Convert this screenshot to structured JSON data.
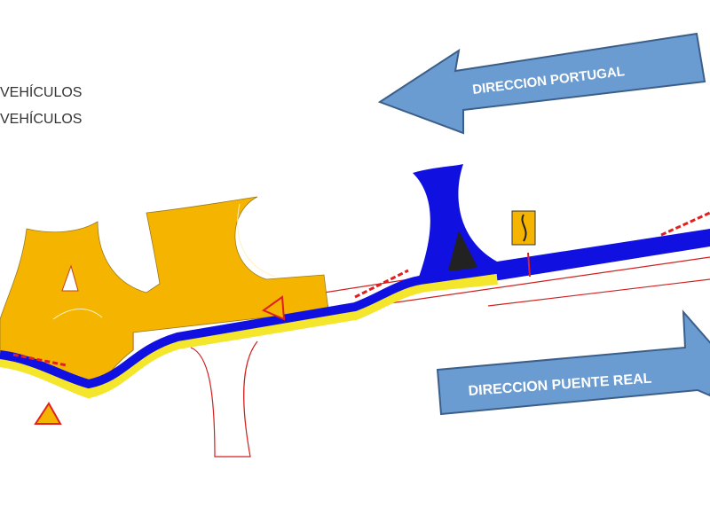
{
  "legend": {
    "line1": "VEHÍCULOS",
    "line2": "VEHÍCULOS"
  },
  "arrows": {
    "portugal": "DIRECCION PORTUGAL",
    "puente_real": "DIRECCION PUENTE REAL"
  },
  "colors": {
    "arrow_fill": "#6a9bd1",
    "arrow_stroke": "#3c5f8a",
    "work_zone": "#f5b400",
    "traffic_lane": "#1010e0",
    "lane_yellow": "#f3e62c",
    "outline_red": "#d02020"
  },
  "icons": [
    "chevron-barrier-icon",
    "curve-warning-sign-icon",
    "lane-change-warning-sign-icon"
  ]
}
